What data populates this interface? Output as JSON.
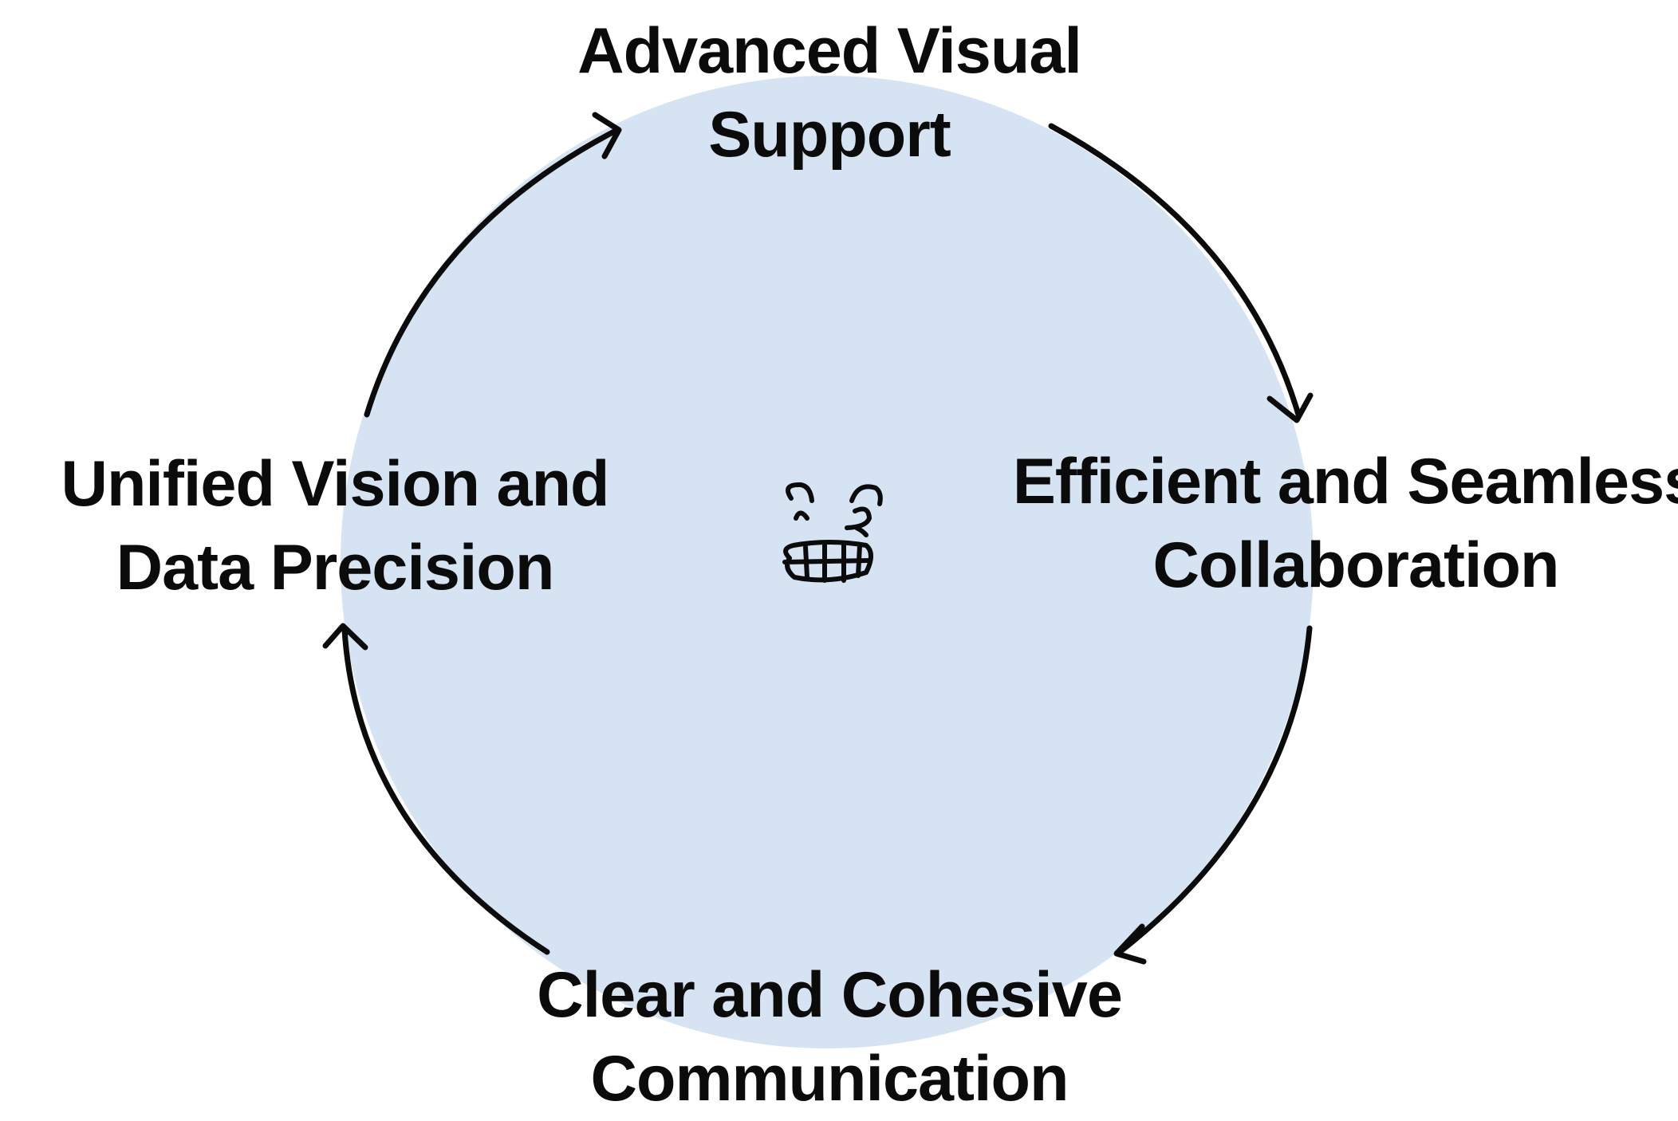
{
  "diagram": {
    "type": "cycle",
    "colors": {
      "circle_fill": "#d6e3f3",
      "arrow_stroke": "#0b0b0b",
      "text": "#0b0b0b"
    },
    "center_icon": "grinning-face-icon",
    "nodes": [
      {
        "id": "top",
        "line1": "Advanced Visual",
        "line2": "Support"
      },
      {
        "id": "right",
        "line1": "Efficient and Seamless",
        "line2": "Collaboration"
      },
      {
        "id": "bottom",
        "line1": "Clear and Cohesive",
        "line2": "Communication"
      },
      {
        "id": "left",
        "line1": "Unified Vision and",
        "line2": "Data Precision"
      }
    ],
    "arrows": [
      {
        "from": "top",
        "to": "right"
      },
      {
        "from": "right",
        "to": "bottom"
      },
      {
        "from": "bottom",
        "to": "left"
      },
      {
        "from": "left",
        "to": "top"
      }
    ]
  }
}
